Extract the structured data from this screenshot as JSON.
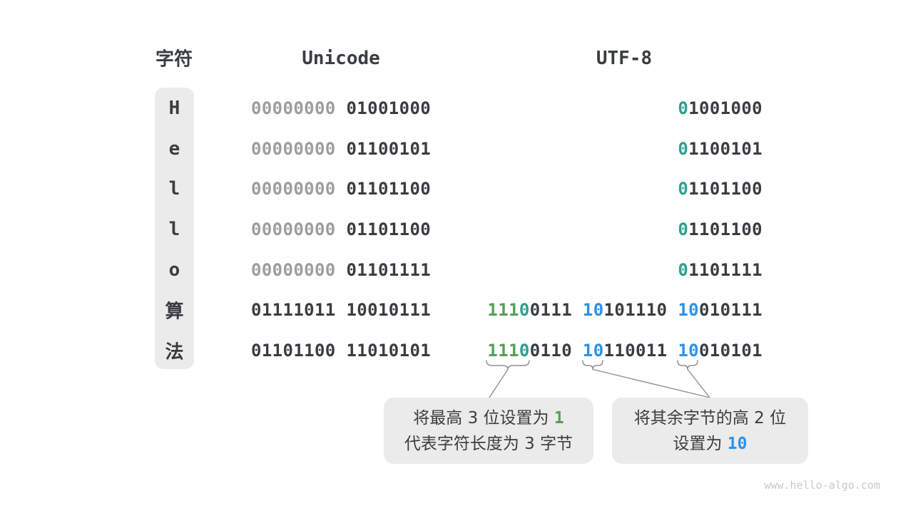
{
  "headers": {
    "char": "字符",
    "unicode": "Unicode",
    "utf8": "UTF-8"
  },
  "colors": {
    "dark": "#3a3d40",
    "gray": "#9d9d9d",
    "teal": "#2f9e8e",
    "green": "#55a057",
    "blue": "#2a92ea"
  },
  "rows": [
    {
      "char": "H",
      "unicode": [
        {
          "t": "00000000 ",
          "c": "gray"
        },
        {
          "t": "01001000",
          "c": "dark"
        }
      ],
      "utf8": [
        {
          "t": "0",
          "c": "teal"
        },
        {
          "t": "1001000",
          "c": "dark"
        }
      ]
    },
    {
      "char": "e",
      "unicode": [
        {
          "t": "00000000 ",
          "c": "gray"
        },
        {
          "t": "01100101",
          "c": "dark"
        }
      ],
      "utf8": [
        {
          "t": "0",
          "c": "teal"
        },
        {
          "t": "1100101",
          "c": "dark"
        }
      ]
    },
    {
      "char": "l",
      "unicode": [
        {
          "t": "00000000 ",
          "c": "gray"
        },
        {
          "t": "01101100",
          "c": "dark"
        }
      ],
      "utf8": [
        {
          "t": "0",
          "c": "teal"
        },
        {
          "t": "1101100",
          "c": "dark"
        }
      ]
    },
    {
      "char": "l",
      "unicode": [
        {
          "t": "00000000 ",
          "c": "gray"
        },
        {
          "t": "01101100",
          "c": "dark"
        }
      ],
      "utf8": [
        {
          "t": "0",
          "c": "teal"
        },
        {
          "t": "1101100",
          "c": "dark"
        }
      ]
    },
    {
      "char": "o",
      "unicode": [
        {
          "t": "00000000 ",
          "c": "gray"
        },
        {
          "t": "01101111",
          "c": "dark"
        }
      ],
      "utf8": [
        {
          "t": "0",
          "c": "teal"
        },
        {
          "t": "1101111",
          "c": "dark"
        }
      ]
    },
    {
      "char": "算",
      "unicode": [
        {
          "t": "01111011 10010111",
          "c": "dark"
        }
      ],
      "utf8": [
        {
          "t": "111",
          "c": "green"
        },
        {
          "t": "0",
          "c": "teal"
        },
        {
          "t": "0111 ",
          "c": "dark"
        },
        {
          "t": "10",
          "c": "blue"
        },
        {
          "t": "101110 ",
          "c": "dark"
        },
        {
          "t": "10",
          "c": "blue"
        },
        {
          "t": "010111",
          "c": "dark"
        }
      ]
    },
    {
      "char": "法",
      "unicode": [
        {
          "t": "01101100 11010101",
          "c": "dark"
        }
      ],
      "utf8": [
        {
          "t": "111",
          "c": "green"
        },
        {
          "t": "0",
          "c": "teal"
        },
        {
          "t": "0110 ",
          "c": "dark"
        },
        {
          "t": "10",
          "c": "blue"
        },
        {
          "t": "110011 ",
          "c": "dark"
        },
        {
          "t": "10",
          "c": "blue"
        },
        {
          "t": "010101",
          "c": "dark"
        }
      ]
    }
  ],
  "callouts": {
    "left": {
      "line1": [
        {
          "t": "将最高 3 位设置为 ",
          "c": "dark"
        },
        {
          "t": "1",
          "c": "green",
          "mono": true
        }
      ],
      "line2": [
        {
          "t": "代表字符长度为 3 字节",
          "c": "dark"
        }
      ]
    },
    "right": {
      "line1": [
        {
          "t": "将其余字节的高 2 位",
          "c": "dark"
        }
      ],
      "line2": [
        {
          "t": "设置为 ",
          "c": "dark"
        },
        {
          "t": "10",
          "c": "blue",
          "mono": true
        }
      ]
    }
  },
  "watermark": "www.hello-algo.com"
}
